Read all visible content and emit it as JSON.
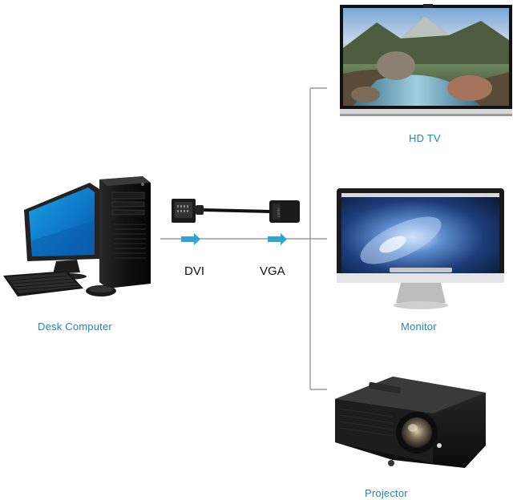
{
  "devices": {
    "desk_computer": {
      "label": "Desk  Computer"
    },
    "hdtv": {
      "label": "HD TV"
    },
    "monitor": {
      "label": "Monitor"
    },
    "projector": {
      "label": "Projector"
    }
  },
  "signals": {
    "input": "DVI",
    "output": "VGA"
  },
  "colors": {
    "label": "#1e88b8",
    "arrow": "#2aa6d8",
    "line": "#8a8a8a"
  }
}
